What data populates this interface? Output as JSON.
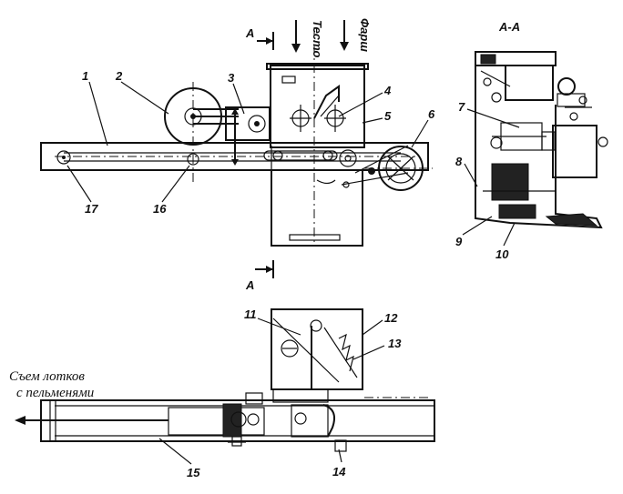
{
  "section_marks": {
    "top": "A",
    "bottom": "A"
  },
  "flow_labels": {
    "dough": "Тесто",
    "filling": "Фарш"
  },
  "section_title": "А-А",
  "output_note": {
    "line1": "Съем лотков",
    "line2": "с пельменями"
  },
  "callouts": {
    "n1": "1",
    "n2": "2",
    "n3": "3",
    "n4": "4",
    "n5": "5",
    "n6": "6",
    "n7": "7",
    "n8": "8",
    "n9": "9",
    "n10": "10",
    "n11": "11",
    "n12": "12",
    "n13": "13",
    "n14": "14",
    "n15": "15",
    "n16": "16",
    "n17": "17"
  }
}
